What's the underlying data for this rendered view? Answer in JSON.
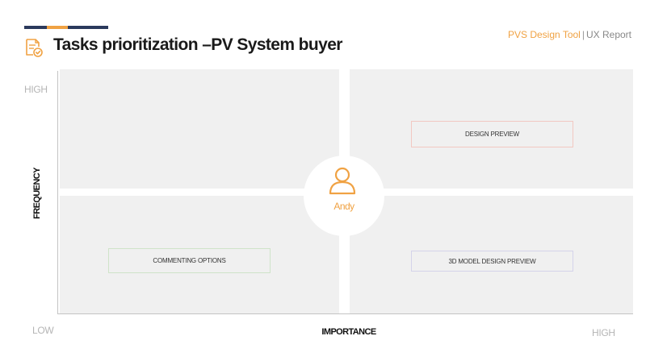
{
  "header": {
    "title": "Tasks prioritization –PV System buyer",
    "brand_name": "PVS Design Tool",
    "brand_separator": "|",
    "report_label": "UX Report",
    "title_icon": "document-check-icon",
    "accent_colors": [
      "#2b3a5c",
      "#f0a243",
      "#2b3a5c"
    ]
  },
  "axes": {
    "y_high": "HIGH",
    "y_name": "FREQUENCY",
    "x_low": "LOW",
    "x_name": "IMPORTANCE",
    "x_high": "HIGH"
  },
  "persona": {
    "name": "Andy",
    "icon": "user-icon",
    "color": "#f0a243"
  },
  "tasks": [
    {
      "label": "DESIGN PREVIEW",
      "border_color": "#f2c8c2"
    },
    {
      "label": "COMMENTING OPTIONS",
      "border_color": "#cfe3c9"
    },
    {
      "label": "3D MODEL DESIGN PREVIEW",
      "border_color": "#d4d3ea"
    }
  ]
}
